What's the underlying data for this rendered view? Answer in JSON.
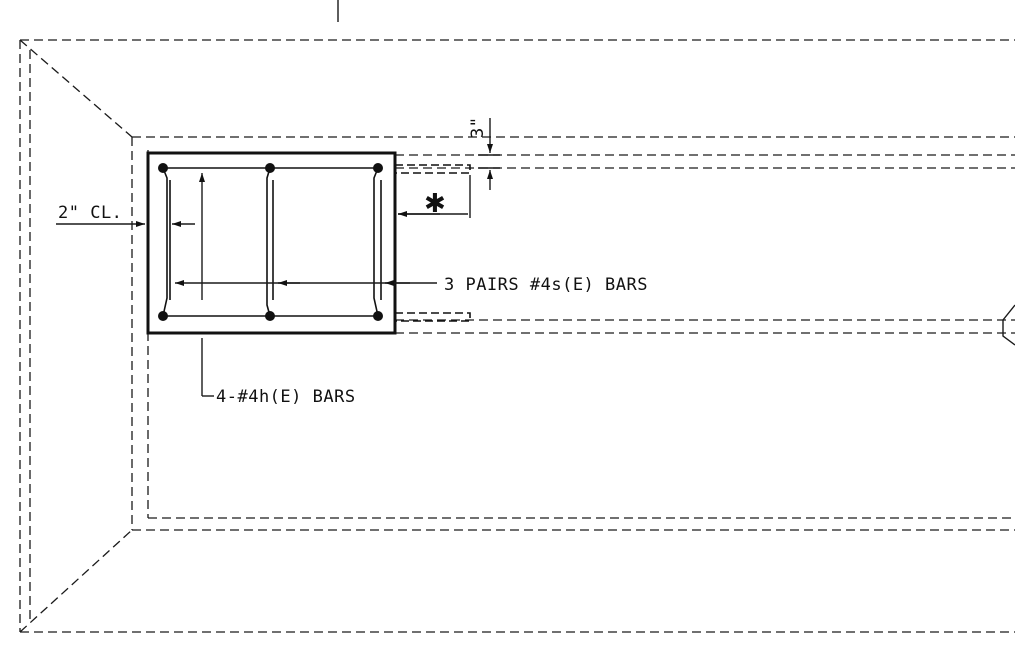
{
  "labels": {
    "cover": "2\" CL.",
    "spacing": "3\"",
    "asterisk": "✱",
    "stirrups": "3 PAIRS #4s(E) BARS",
    "longitudinal": "4-#4h(E) BARS"
  }
}
